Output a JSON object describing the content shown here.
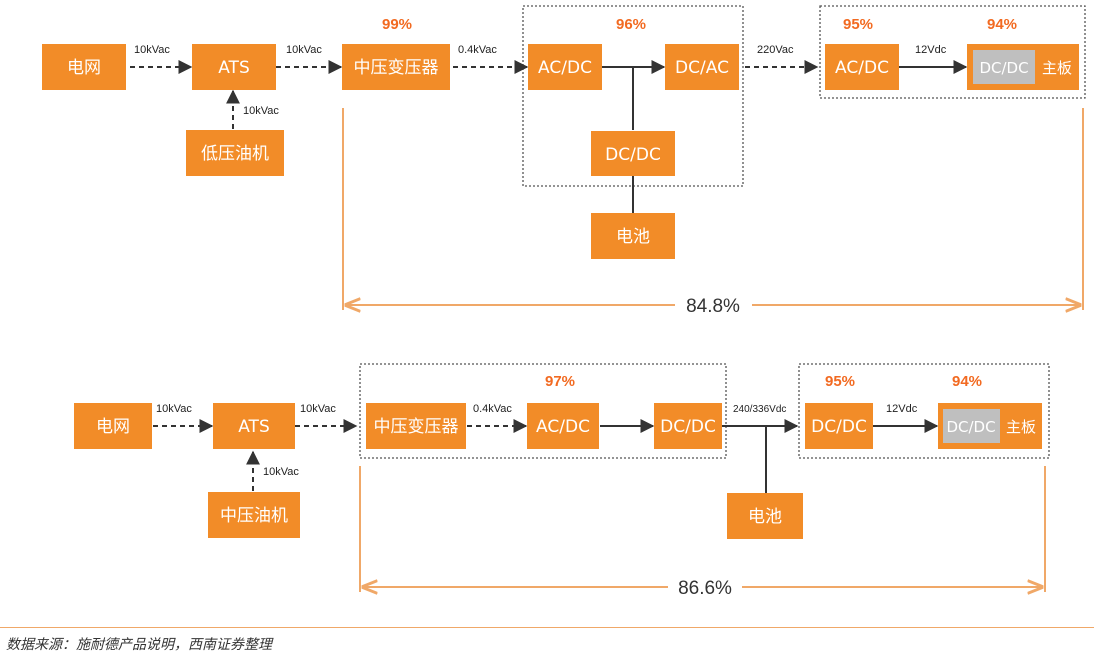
{
  "diagram1": {
    "nodes": {
      "grid": "电网",
      "ats": "ATS",
      "generator": "低压油机",
      "transformer": "中压变压器",
      "acdc": "AC/DC",
      "dcac": "DC/AC",
      "dcdc": "DC/DC",
      "battery": "电池",
      "psu_acdc": "AC/DC",
      "board_dcdc": "DC/DC",
      "board": "主板"
    },
    "edge_labels": {
      "grid_ats": "10kVac",
      "gen_ats": "10kVac",
      "ats_transformer": "10kVac",
      "transformer_ups": "0.4kVac",
      "ups_psu": "220Vac",
      "psu_board": "12Vdc"
    },
    "efficiencies": {
      "transformer": "99%",
      "ups": "96%",
      "psu": "95%",
      "board": "94%"
    },
    "total_efficiency": "84.8%"
  },
  "diagram2": {
    "nodes": {
      "grid": "电网",
      "ats": "ATS",
      "generator": "中压油机",
      "transformer": "中压变压器",
      "acdc": "AC/DC",
      "dcdc": "DC/DC",
      "battery": "电池",
      "psu_dcdc": "DC/DC",
      "board_dcdc": "DC/DC",
      "board": "主板"
    },
    "edge_labels": {
      "grid_ats": "10kVac",
      "gen_ats": "10kVac",
      "ats_group": "10kVac",
      "transformer_acdc": "0.4kVac",
      "hvdc_psu": "240/336Vdc",
      "psu_board": "12Vdc"
    },
    "efficiencies": {
      "hvdc": "97%",
      "psu": "95%",
      "board": "94%"
    },
    "total_efficiency": "86.6%"
  },
  "footer": {
    "source": "数据来源：施耐德产品说明，西南证券整理"
  },
  "colors": {
    "box_fill": "#f28c28",
    "efficiency_text": "#f26a21",
    "bracket_line": "#f0a868",
    "board_chip": "#bfbfbf"
  }
}
